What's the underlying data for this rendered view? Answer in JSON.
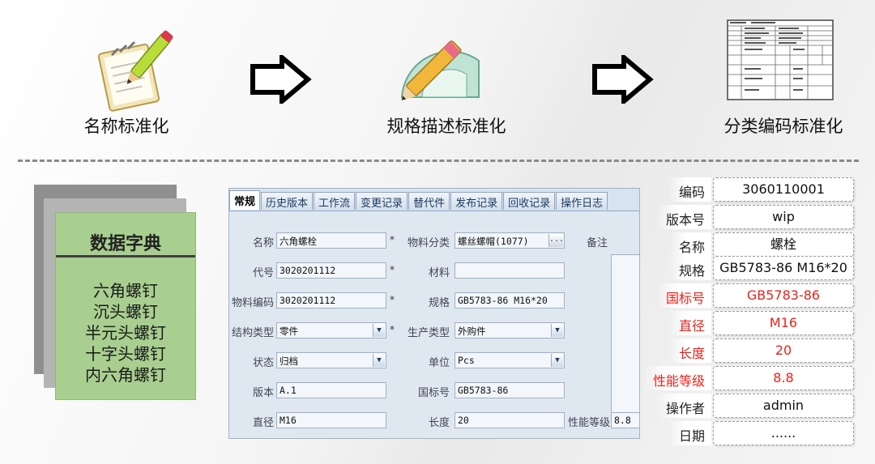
{
  "steps": [
    {
      "label": "名称标准化",
      "icon": "notepad-pencil-icon"
    },
    {
      "label": "规格描述标准化",
      "icon": "pencil-protractor-icon"
    },
    {
      "label": "分类编码标准化",
      "icon": "form-document-icon"
    }
  ],
  "dictionary": {
    "title": "数据字典",
    "items": [
      "六角螺钉",
      "沉头螺钉",
      "半元头螺钉",
      "十字头螺钉",
      "内六角螺钉"
    ]
  },
  "form": {
    "tabs": [
      "常规",
      "历史版本",
      "工作流",
      "变更记录",
      "替代件",
      "发布记录",
      "回收记录",
      "操作日志"
    ],
    "active_tab": "常规",
    "fields": {
      "name": {
        "label": "名称",
        "value": "六角螺栓",
        "star": "*"
      },
      "code": {
        "label": "代号",
        "value": "3020201112",
        "star": "*"
      },
      "material_code": {
        "label": "物料编码",
        "value": "3020201112",
        "star": "*"
      },
      "struct_type": {
        "label": "结构类型",
        "value": "零件",
        "star": "*"
      },
      "status": {
        "label": "状态",
        "value": "归档"
      },
      "version": {
        "label": "版本",
        "value": "A.1"
      },
      "diameter": {
        "label": "直径",
        "value": "M16"
      },
      "material_class": {
        "label": "物料分类",
        "value": "螺丝螺帽(1077)"
      },
      "material": {
        "label": "材料",
        "value": ""
      },
      "spec": {
        "label": "规格",
        "value": "GB5783-86 M16*20"
      },
      "prod_type": {
        "label": "生产类型",
        "value": "外购件"
      },
      "unit": {
        "label": "单位",
        "value": "Pcs"
      },
      "std_no": {
        "label": "国标号",
        "value": "GB5783-86"
      },
      "length": {
        "label": "长度",
        "value": "20"
      },
      "grade": {
        "label": "性能等级",
        "value": "8.8"
      },
      "remark": {
        "label": "备注"
      }
    },
    "ellipsis": "...",
    "dropdown_glyph": "▼"
  },
  "properties": [
    {
      "label": "编码",
      "value": "3060110001",
      "red": false
    },
    {
      "label": "版本号",
      "value": "wip",
      "red": false
    },
    {
      "label": "名称",
      "value": "螺栓",
      "red": false
    },
    {
      "label": "规格",
      "value": "GB5783-86 M16*20",
      "red": false
    },
    {
      "label": "国标号",
      "value": "GB5783-86",
      "red": true
    },
    {
      "label": "直径",
      "value": "M16",
      "red": true
    },
    {
      "label": "长度",
      "value": "20",
      "red": true
    },
    {
      "label": "性能等级",
      "value": "8.8",
      "red": true
    },
    {
      "label": "操作者",
      "value": "admin",
      "red": false
    },
    {
      "label": "日期",
      "value": "......",
      "red": false
    }
  ],
  "colors": {
    "red_text": "#e8231a",
    "dict_green": "#a8cf8f"
  }
}
